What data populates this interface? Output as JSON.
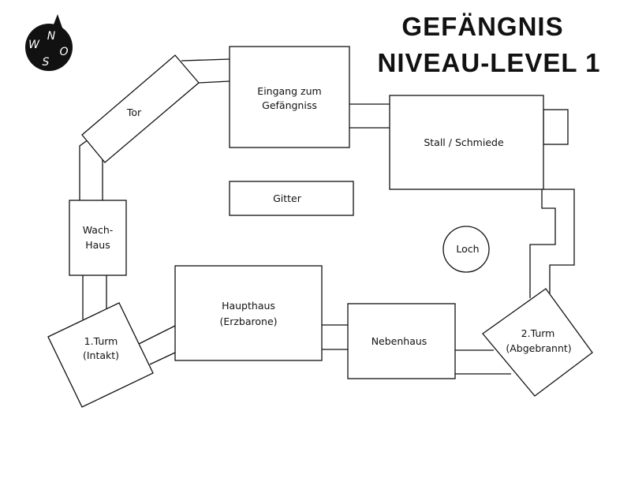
{
  "title": {
    "line1": "GEFÄNGNIS",
    "line2": "NIVEAU-LEVEL 1"
  },
  "compass": {
    "n": "N",
    "w": "W",
    "o": "O",
    "s": "S"
  },
  "rooms": {
    "tor": "Tor",
    "eingang_1": "Eingang zum",
    "eingang_2": "Gefängniss",
    "stall": "Stall / Schmiede",
    "gitter": "Gitter",
    "wachhaus_1": "Wach-",
    "wachhaus_2": "Haus",
    "loch": "Loch",
    "haupthaus_1": "Haupthaus",
    "haupthaus_2": "(Erzbarone)",
    "turm1_1": "1.Turm",
    "turm1_2": "(Intakt)",
    "nebenhaus": "Nebenhaus",
    "turm2_1": "2.Turm",
    "turm2_2": "(Abgebrannt)"
  }
}
